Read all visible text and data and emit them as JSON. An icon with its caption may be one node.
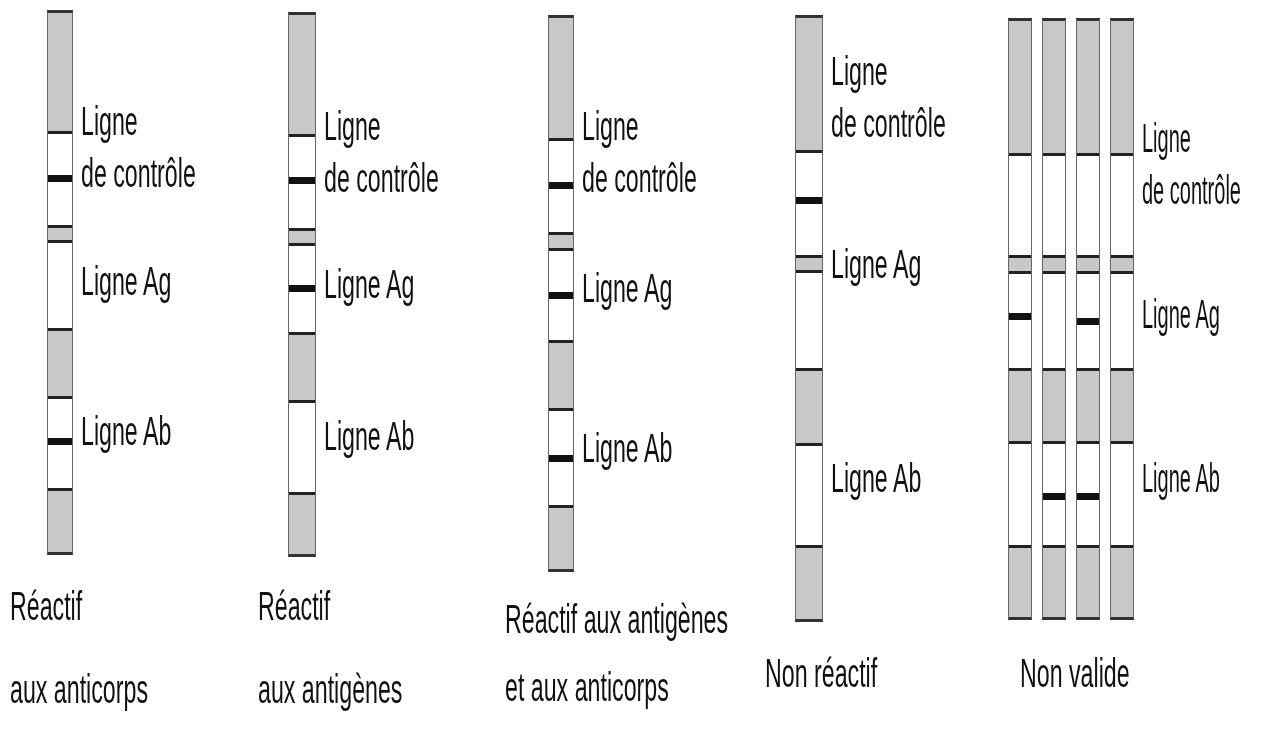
{
  "diagram": {
    "nodes": [
      {
        "text": [],
        "shape": "bar",
        "beside": [
          "Ligne de contrôle",
          "Ligne Ag",
          "Ligne Ab"
        ]
      },
      {
        "text": [],
        "shape": "bar",
        "beside": [
          "Ligne de contrôle",
          "Ligne Ag",
          "Ligne Ab"
        ]
      },
      {
        "text": [],
        "shape": "bar",
        "beside": [
          "Ligne de contrôle",
          "Ligne Ag",
          "Ligne Ab"
        ]
      },
      {
        "text": [],
        "shape": "bar",
        "beside": [
          "Ligne de contrôle",
          "Ligne Ag",
          "Ligne Ab"
        ]
      },
      {
        "text": [],
        "shape": "bar"
      },
      {
        "text": [],
        "shape": "bar"
      },
      {
        "text": [],
        "shape": "bar"
      },
      {
        "text": [],
        "shape": "bar",
        "beside": [
          "Ligne de contrôle",
          "Ligne Ag",
          "Ligne Ab"
        ]
      }
    ],
    "edges": [],
    "labels": [
      "Réactif",
      "aux anticorps",
      "Réactif",
      "aux antigènes",
      "Réactif aux antigènes",
      "et aux anticorps",
      "Non réactif",
      "Non valide"
    ]
  }
}
